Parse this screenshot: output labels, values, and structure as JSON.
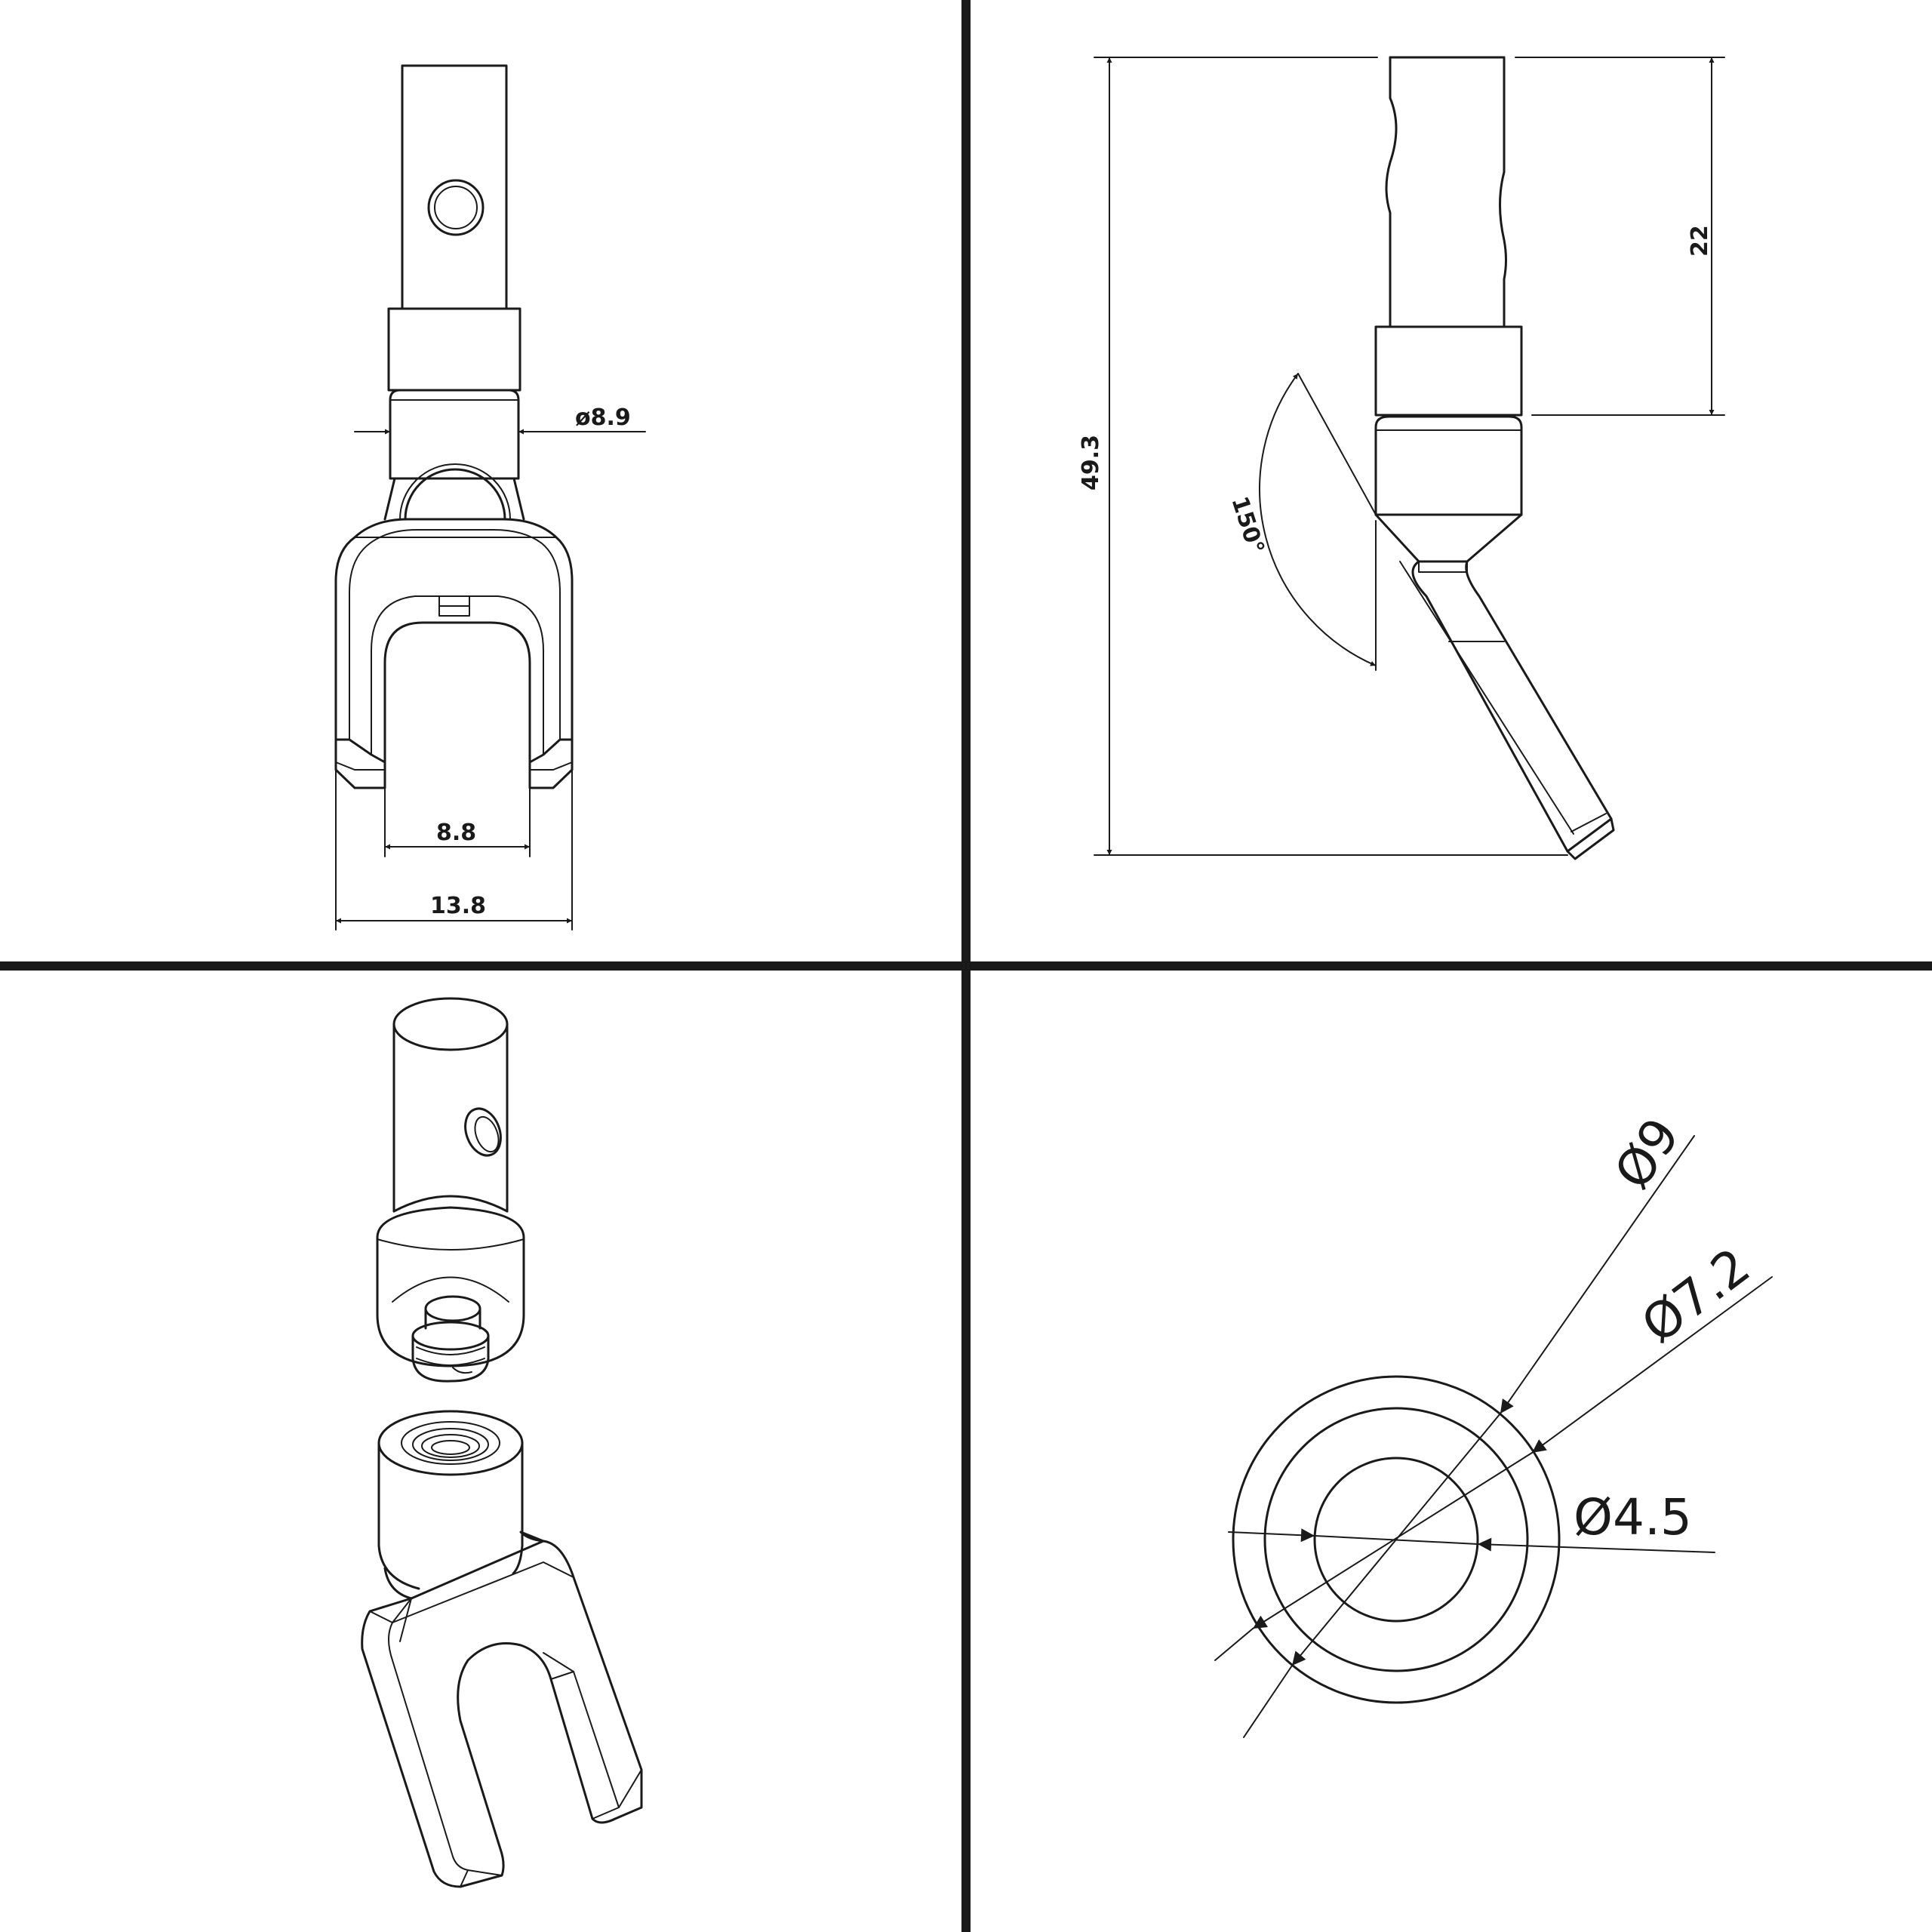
{
  "dimensions": {
    "front_view": {
      "collar_diameter": "ø8.9",
      "slot_width": "8.8",
      "overall_width": "13.8"
    },
    "side_view": {
      "overall_length": "49.3",
      "shank_length": "22",
      "bend_angle": "150°"
    },
    "end_view": {
      "outer_diameter": "Ø9",
      "middle_diameter": "Ø7.2",
      "inner_diameter": "Ø4.5"
    }
  },
  "colors": {
    "line": "#1a1a1a",
    "background": "#ffffff",
    "divider": "#1a1a1a"
  }
}
